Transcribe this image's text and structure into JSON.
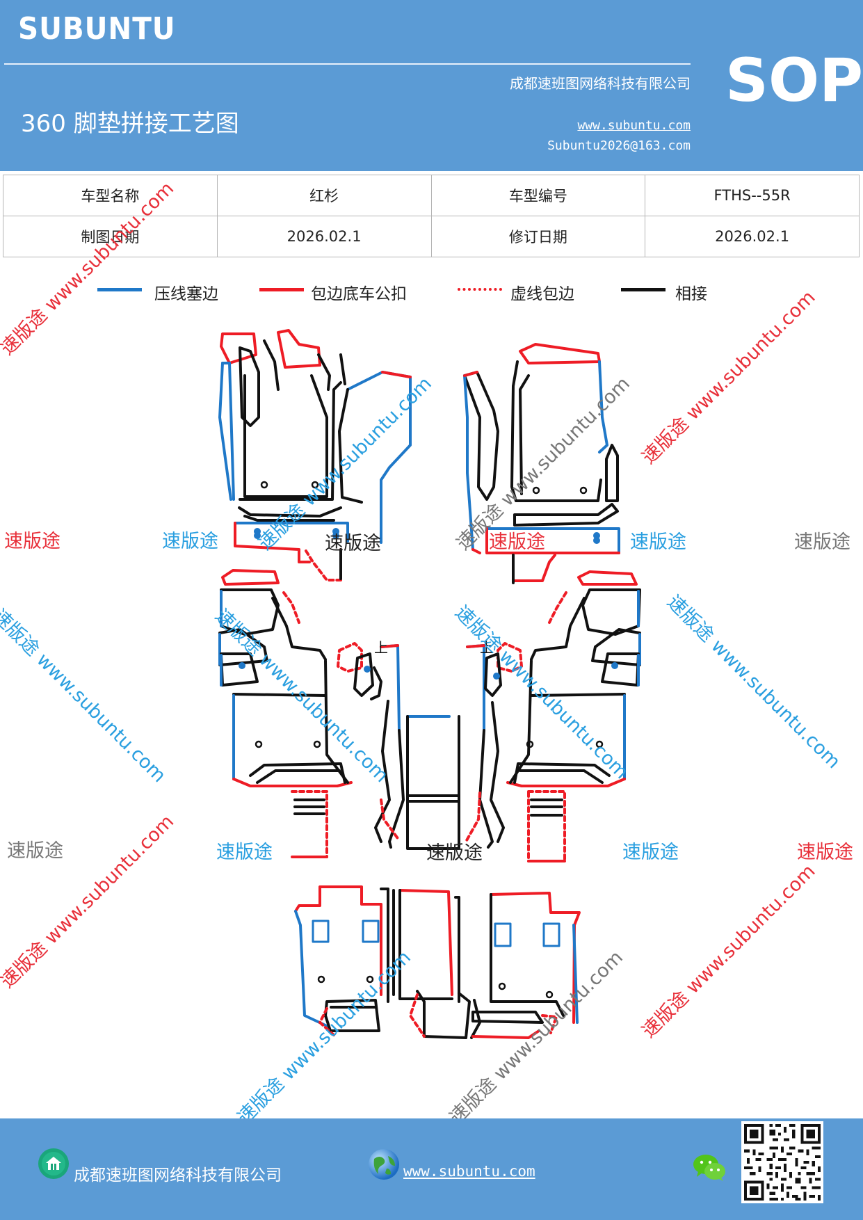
{
  "header": {
    "brand": "SUBUNTU",
    "company": "成都速班图网络科技有限公司",
    "title": "360 脚垫拼接工艺图",
    "url": "www.subuntu.com",
    "email": "Subuntu2026@163.com",
    "badge": "SOP",
    "background_color": "#5b9bd5"
  },
  "info_table": {
    "rows": [
      [
        "车型名称",
        "红杉",
        "车型编号",
        "FTHS--55R"
      ],
      [
        "制图日期",
        "2026.02.1",
        "修订日期",
        "2026.02.1"
      ]
    ]
  },
  "legend": [
    {
      "label": "压线塞边",
      "color": "#1f78c8",
      "style": "solid"
    },
    {
      "label": "包边底车公扣",
      "color": "#ee1c25",
      "style": "solid"
    },
    {
      "label": "虚线包边",
      "color": "#ee1c25",
      "style": "dotted"
    },
    {
      "label": "相接",
      "color": "#111111",
      "style": "solid"
    }
  ],
  "watermarks": {
    "diag_text": "速版途 www.subuntu.com",
    "short_text": "速版途",
    "colors": {
      "red": "#e8303a",
      "blue": "#2a9fe0",
      "grey": "#777777",
      "black": "#222222"
    }
  },
  "diagram_marks": {
    "up_label": "上"
  },
  "footer": {
    "company": "成都速班图网络科技有限公司",
    "url": "www.subuntu.com",
    "home_icon": "home-icon",
    "globe_icon": "globe-icon",
    "wechat_icon": "wechat-icon",
    "qr": "qr-code"
  }
}
